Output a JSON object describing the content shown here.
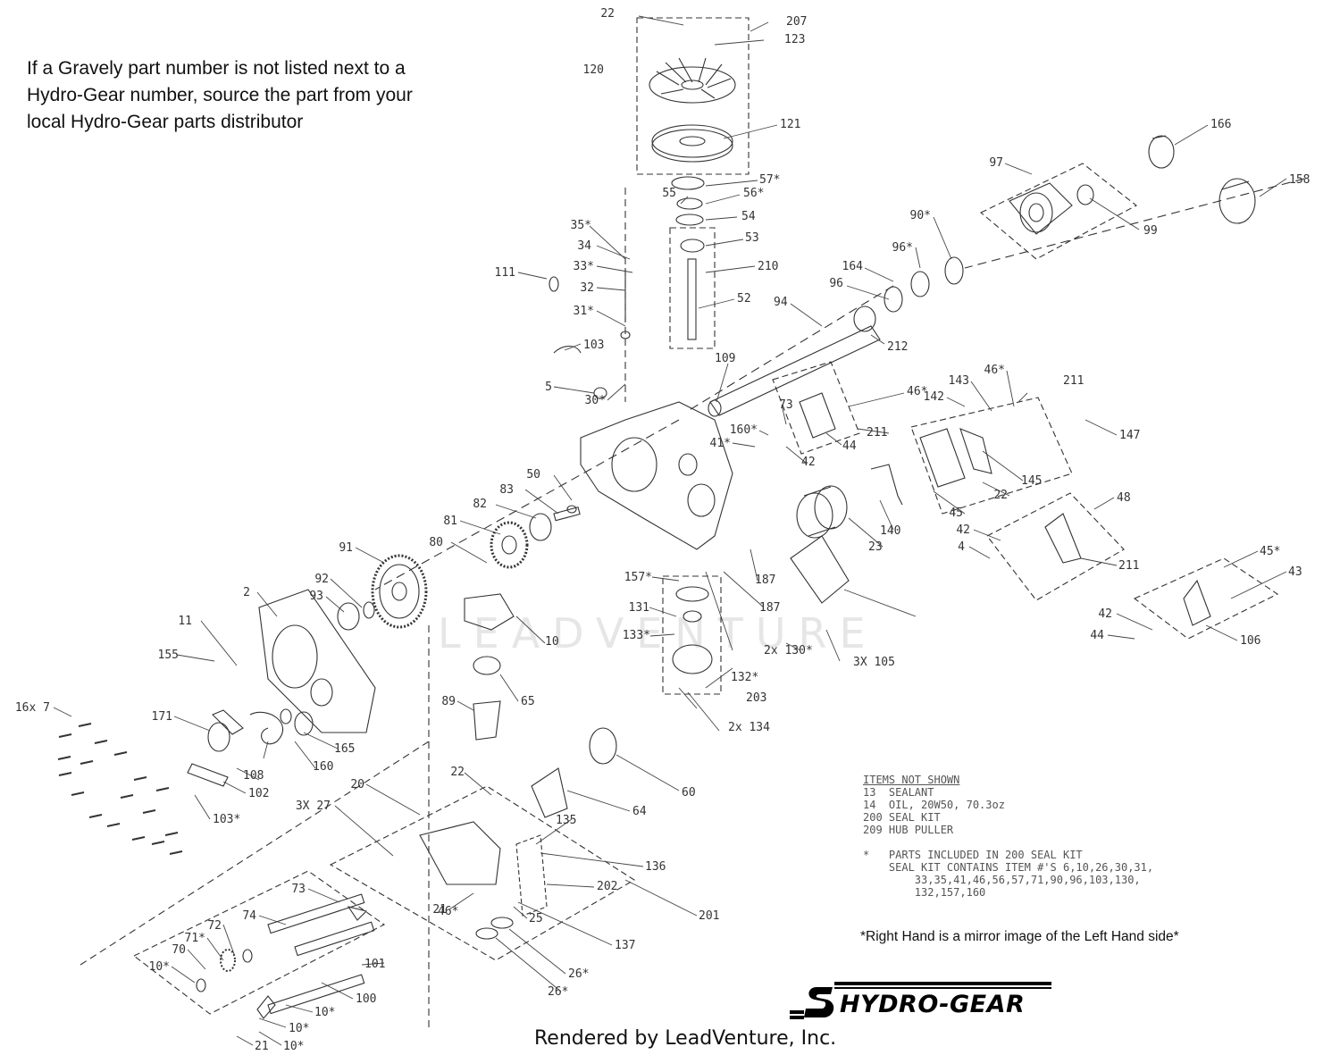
{
  "notes": {
    "gravely_note": "If a Gravely part number is not listed next to a Hydro-Gear number, source the part from your local Hydro-Gear parts distributor",
    "mirror_note": "*Right Hand is a mirror image of the Left Hand side*",
    "rendered_by": "Rendered by LeadVenture, Inc."
  },
  "items_not_shown": {
    "heading": "ITEMS NOT SHOWN",
    "rows": [
      "13  SEALANT",
      "14  OIL, 20W50, 70.3oz",
      "200 SEAL KIT",
      "209 HUB PULLER"
    ],
    "footnote_1": "*   PARTS INCLUDED IN 200 SEAL KIT",
    "footnote_2": "    SEAL KIT CONTAINS ITEM #'S 6,10,26,30,31,",
    "footnote_3": "        33,35,41,46,56,57,71,90,96,103,130,",
    "footnote_4": "        132,157,160"
  },
  "brand": {
    "name": "HYDRO-GEAR"
  },
  "watermark": "LEADVENTURE",
  "callouts": [
    "22",
    "207",
    "123",
    "120",
    "121",
    "57*",
    "55",
    "56*",
    "54",
    "53",
    "210",
    "52",
    "35*",
    "34",
    "33*",
    "32",
    "31*",
    "111",
    "103",
    "5",
    "30*",
    "109",
    "94",
    "212",
    "96",
    "164",
    "96*",
    "90*",
    "97",
    "99",
    "166",
    "158",
    "46*",
    "73",
    "160*",
    "41*",
    "42",
    "44",
    "211",
    "142",
    "143",
    "46*",
    "211",
    "147",
    "145",
    "22",
    "45",
    "23",
    "140",
    "50",
    "83",
    "82",
    "81",
    "80",
    "91",
    "92",
    "93",
    "2",
    "11",
    "155",
    "16x 7",
    "171",
    "108",
    "102",
    "103*",
    "165",
    "160",
    "157*",
    "131",
    "133*",
    "187",
    "187",
    "10",
    "2x 130*",
    "3X 105",
    "132*",
    "203",
    "2x 134",
    "65",
    "89",
    "60",
    "22",
    "64",
    "20",
    "3X 27",
    "135",
    "136",
    "202",
    "201",
    "21",
    "25",
    "137",
    "26*",
    "26*",
    "73",
    "74",
    "72",
    "71*",
    "70",
    "10*",
    "101",
    "100",
    "10*",
    "10*",
    "10*",
    "21",
    "46*",
    "48",
    "42",
    "4",
    "211",
    "45*",
    "43",
    "42",
    "44",
    "106"
  ]
}
